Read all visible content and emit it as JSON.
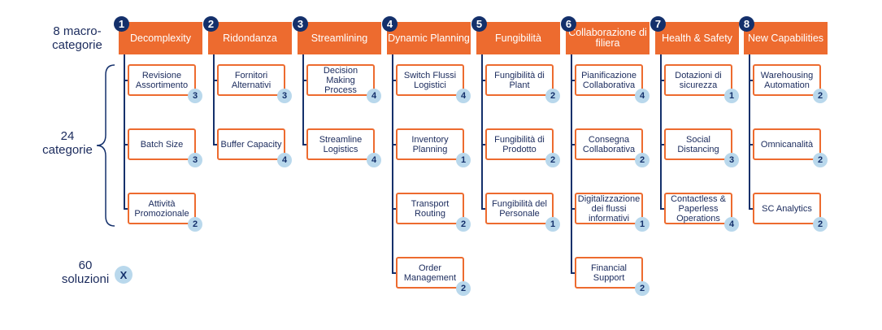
{
  "labels": {
    "macro": "8 macro-\ncategorie",
    "categories": "24\ncategorie",
    "solutions": "60\nsoluzioni",
    "solutions_badge": "X"
  },
  "columns": [
    {
      "number": "1",
      "title": "Decomplexity",
      "items": [
        {
          "label": "Revisione Assortimento",
          "count": "3"
        },
        {
          "label": "Batch Size",
          "count": "3"
        },
        {
          "label": "Attività Promozionale",
          "count": "2"
        }
      ]
    },
    {
      "number": "2",
      "title": "Ridondanza",
      "items": [
        {
          "label": "Fornitori Alternativi",
          "count": "3"
        },
        {
          "label": "Buffer Capacity",
          "count": "4"
        }
      ]
    },
    {
      "number": "3",
      "title": "Streamlining",
      "items": [
        {
          "label": "Decision Making Process",
          "count": "4"
        },
        {
          "label": "Streamline Logistics",
          "count": "4"
        }
      ]
    },
    {
      "number": "4",
      "title": "Dynamic Planning",
      "items": [
        {
          "label": "Switch Flussi Logistici",
          "count": "4"
        },
        {
          "label": "Inventory Planning",
          "count": "1"
        },
        {
          "label": "Transport Routing",
          "count": "2"
        },
        {
          "label": "Order Management",
          "count": "2"
        }
      ]
    },
    {
      "number": "5",
      "title": "Fungibilità",
      "items": [
        {
          "label": "Fungibilità di Plant",
          "count": "2"
        },
        {
          "label": "Fungibilità di Prodotto",
          "count": "2"
        },
        {
          "label": "Fungibilità del Personale",
          "count": "1"
        }
      ]
    },
    {
      "number": "6",
      "title": "Collaborazione di filiera",
      "items": [
        {
          "label": "Pianificazione Collaborativa",
          "count": "4"
        },
        {
          "label": "Consegna Collaborativa",
          "count": "2"
        },
        {
          "label": "Digitalizzazione dei flussi informativi",
          "count": "1"
        },
        {
          "label": "Financial Support",
          "count": "2"
        }
      ]
    },
    {
      "number": "7",
      "title": "Health & Safety",
      "items": [
        {
          "label": "Dotazioni di sicurezza",
          "count": "1"
        },
        {
          "label": "Social Distancing",
          "count": "3"
        },
        {
          "label": "Contactless & Paperless Operations",
          "count": "4"
        }
      ]
    },
    {
      "number": "8",
      "title": "New Capabilities",
      "items": [
        {
          "label": "Warehousing Automation",
          "count": "2"
        },
        {
          "label": "Omnicanalità",
          "count": "2"
        },
        {
          "label": "SC Analytics",
          "count": "2"
        }
      ]
    }
  ]
}
